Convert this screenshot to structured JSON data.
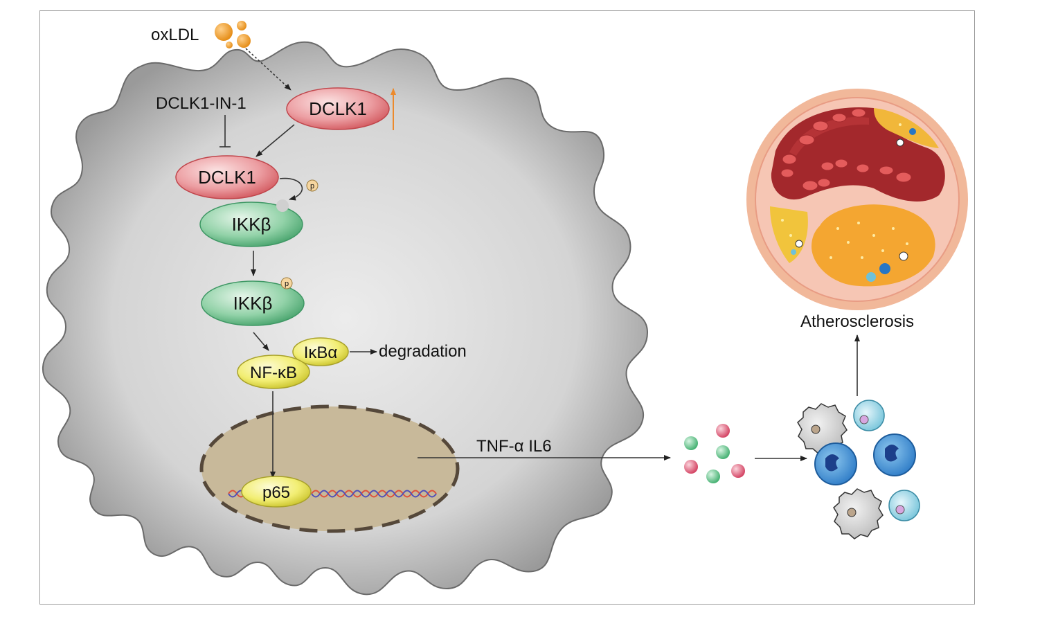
{
  "labels": {
    "oxldl": "oxLDL",
    "inhibitor": "DCLK1-IN-1",
    "dclk1_top": "DCLK1",
    "dclk1_mid": "DCLK1",
    "phospho_1": "p",
    "ikkb_1": "IKKβ",
    "ikkb_2": "IKKβ",
    "phospho_2": "p",
    "ikba": "IκBα",
    "degradation": "degradation",
    "nfkb": "NF-κB",
    "p65": "p65",
    "cytokines": "TNF-α IL6",
    "atherosclerosis": "Atherosclerosis"
  },
  "colors": {
    "cell_body": "#d6d6d6",
    "cell_edge": "#5e5e5e",
    "dclk1": "#e88e93",
    "ikkb": "#7fc99c",
    "nfkb": "#f0ec6c",
    "nucleus": "#c8b99a",
    "oxldl": "#f0a52c",
    "upregulation_arrow": "#ec8a2c"
  }
}
